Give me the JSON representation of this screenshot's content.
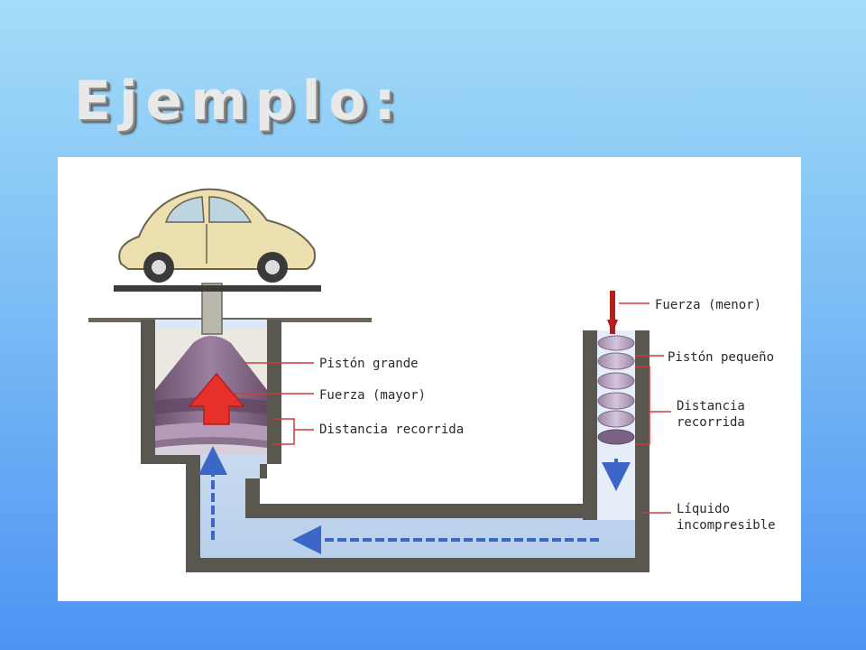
{
  "slide": {
    "title": "Ejemplo:"
  },
  "diagram": {
    "labels": {
      "piston_grande": "Pistón grande",
      "fuerza_mayor": "Fuerza (mayor)",
      "distancia_recorrida_left": "Distancia recorrida",
      "fuerza_menor": "Fuerza (menor)",
      "piston_pequeno": "Pistón pequeño",
      "distancia_line1": "Distancia",
      "distancia_line2": "recorrida",
      "liquido_line1": "Líquido",
      "liquido_line2": "incompresible"
    },
    "colors": {
      "wall": "#5a5650",
      "wall_inner": "#d6d0c4",
      "fluid": "#c9dcf2",
      "piston": "#8a6e8c",
      "piston_light": "#b39ab6",
      "force_arrow": "#e8302a",
      "flow_arrow": "#3d66c9",
      "leader": "#d23a3a",
      "car": "#ecdfb0"
    }
  }
}
